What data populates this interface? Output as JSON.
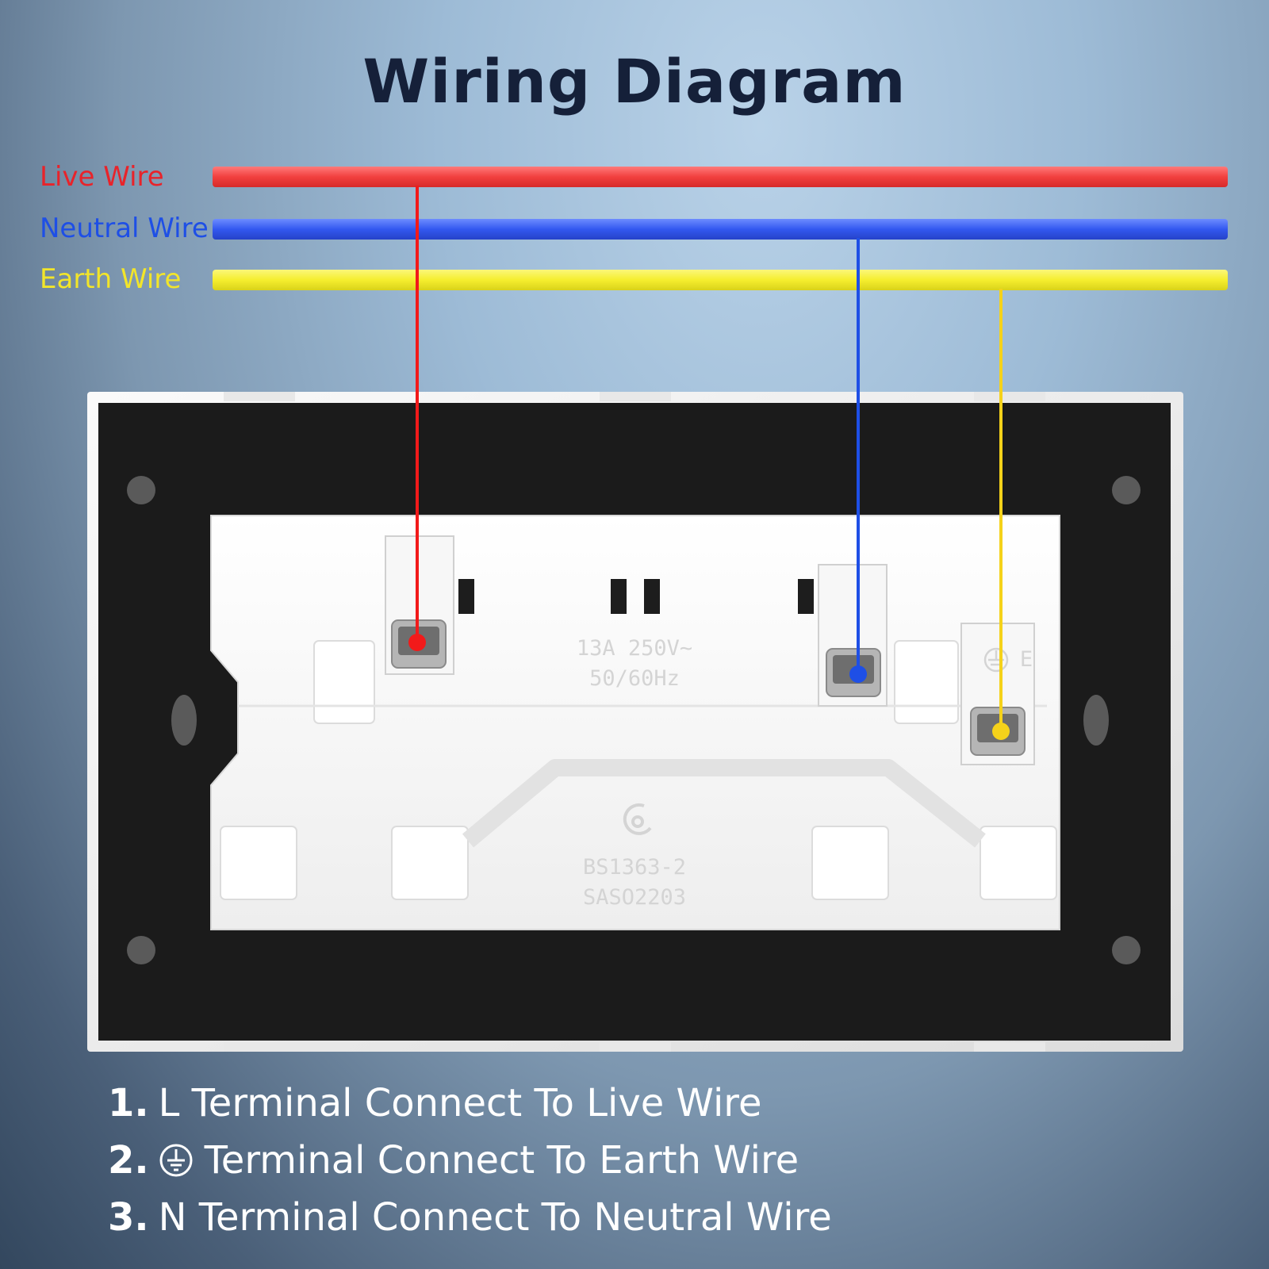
{
  "title": "Wiring Diagram",
  "wires": [
    {
      "label": "Live Wire",
      "color": "#f44a4a"
    },
    {
      "label": "Neutral Wire",
      "color": "#3a5ef2"
    },
    {
      "label": "Earth Wire",
      "color": "#f6f03a"
    }
  ],
  "socket": {
    "rating_line1": "13A 250V~",
    "rating_line2": "50/60Hz",
    "standard_line1": "BS1363-2",
    "standard_line2": "SASO2203",
    "earth_marking": "E"
  },
  "instructions": [
    {
      "num": "1.",
      "text": "L Terminal Connect To Live Wire",
      "icon": ""
    },
    {
      "num": "2.",
      "text": "Terminal Connect To Earth Wire",
      "icon": "earth-ground-icon"
    },
    {
      "num": "3.",
      "text": "N Terminal Connect To Neutral Wire",
      "icon": ""
    }
  ]
}
